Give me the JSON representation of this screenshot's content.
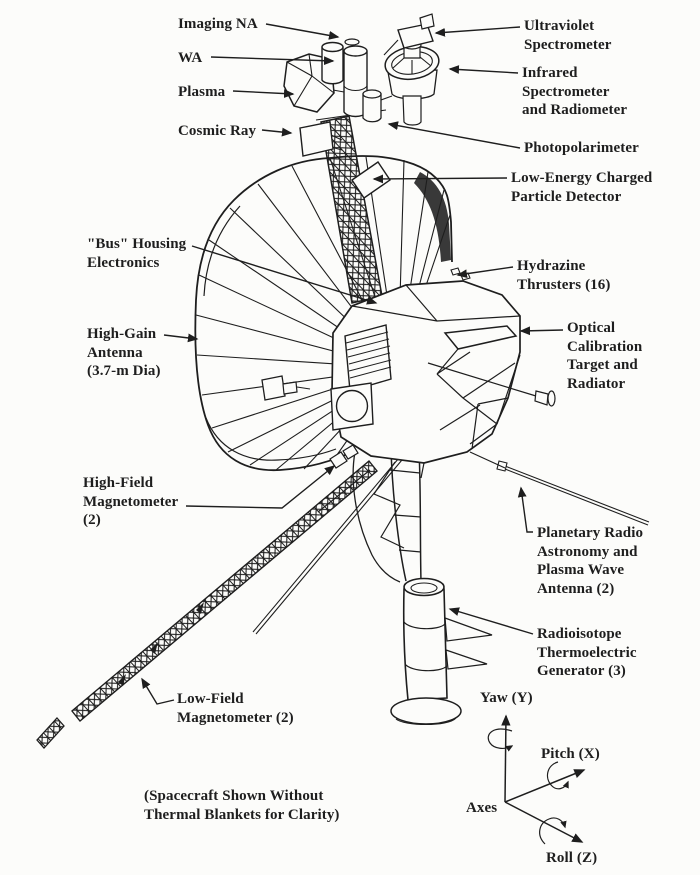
{
  "figure": {
    "caption": "(Spacecraft Shown Without\nThermal Blankets for Clarity)"
  },
  "labels": {
    "imaging_na": "Imaging NA",
    "wa": "WA",
    "plasma": "Plasma",
    "cosmic_ray": "Cosmic Ray",
    "ultraviolet_spectrometer": "Ultraviolet\nSpectrometer",
    "infrared_spectrometer": "Infrared\nSpectrometer\nand Radiometer",
    "photopolarimeter": "Photopolarimeter",
    "low_energy_charged_particle_detector": "Low-Energy Charged\nParticle Detector",
    "bus_housing_electronics": "\"Bus\" Housing\nElectronics",
    "hydrazine_thrusters": "Hydrazine\nThrusters (16)",
    "high_gain_antenna": "High-Gain\nAntenna\n(3.7-m Dia)",
    "optical_calibration_target": "Optical\nCalibration\nTarget and\nRadiator",
    "high_field_magnetometer": "High-Field\nMagnetometer\n(2)",
    "planetary_radio_astronomy_antenna": "Planetary Radio\nAstronomy and\nPlasma Wave\nAntenna (2)",
    "radioisotope_thermoelectric_generator": "Radioisotope\nThermoelectric\nGenerator (3)",
    "low_field_magnetometer": "Low-Field\nMagnetometer (2)"
  },
  "axes_key": {
    "title": "Axes",
    "yaw": "Yaw (Y)",
    "pitch": "Pitch (X)",
    "roll": "Roll (Z)"
  },
  "colors": {
    "ink": "#1e1e1e",
    "paper": "#fcfcfa"
  }
}
